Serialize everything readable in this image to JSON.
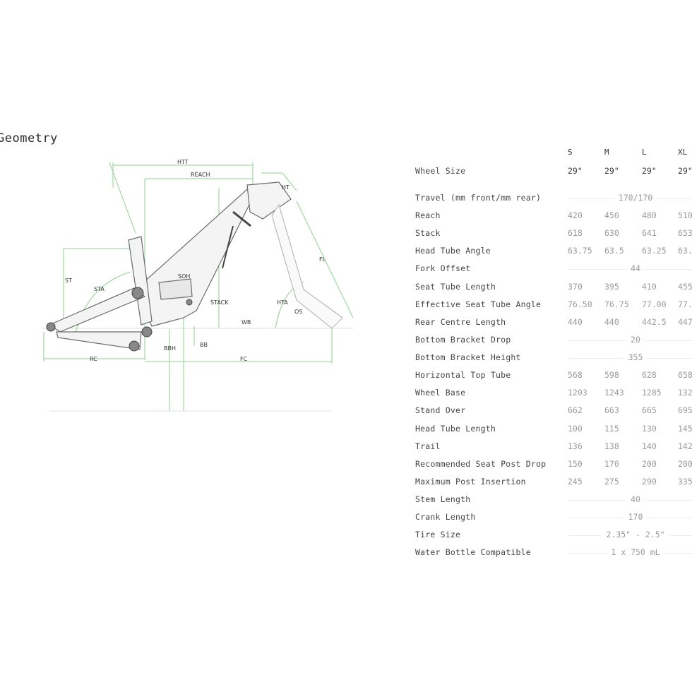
{
  "page": {
    "title": "Geometry"
  },
  "diagram_labels": {
    "htt": "HTT",
    "reach": "REACH",
    "ht": "HT",
    "fl": "FL",
    "st": "ST",
    "sta": "STA",
    "soh": "SOH",
    "stack": "STACK",
    "hta": "HTA",
    "os": "OS",
    "wb": "WB",
    "bb": "BB",
    "bbh": "BBH",
    "rc": "RC",
    "fc": "FC"
  },
  "sizes": [
    "S",
    "M",
    "L",
    "XL"
  ],
  "rows": [
    {
      "label": "Wheel Size",
      "values": [
        "29\"",
        "29\"",
        "29\"",
        "29\""
      ]
    },
    {
      "label": "Travel (mm front/mm rear)",
      "span": "170/170"
    },
    {
      "label": "Reach",
      "values": [
        "420",
        "450",
        "480",
        "510"
      ]
    },
    {
      "label": "Stack",
      "values": [
        "618",
        "630",
        "641",
        "653"
      ]
    },
    {
      "label": "Head Tube Angle",
      "values": [
        "63.75",
        "63.5",
        "63.25",
        "63."
      ]
    },
    {
      "label": "Fork Offset",
      "span": "44"
    },
    {
      "label": "Seat Tube Length",
      "values": [
        "370",
        "395",
        "410",
        "455"
      ]
    },
    {
      "label": "Effective Seat Tube Angle",
      "values": [
        "76.50",
        "76.75",
        "77.00",
        "77."
      ]
    },
    {
      "label": "Rear Centre Length",
      "values": [
        "440",
        "440",
        "442.5",
        "447"
      ]
    },
    {
      "label": "Bottom Bracket Drop",
      "span": "20"
    },
    {
      "label": "Bottom Bracket Height",
      "span": "355"
    },
    {
      "label": "Horizontal Top Tube",
      "values": [
        "568",
        "598",
        "628",
        "658"
      ]
    },
    {
      "label": "Wheel Base",
      "values": [
        "1203",
        "1243",
        "1285",
        "132"
      ]
    },
    {
      "label": "Stand Over",
      "values": [
        "662",
        "663",
        "665",
        "695"
      ]
    },
    {
      "label": "Head Tube Length",
      "values": [
        "100",
        "115",
        "130",
        "145"
      ]
    },
    {
      "label": "Trail",
      "values": [
        "136",
        "138",
        "140",
        "142"
      ]
    },
    {
      "label": "Recommended Seat Post Drop",
      "values": [
        "150",
        "170",
        "200",
        "200"
      ]
    },
    {
      "label": "Maximum Post Insertion",
      "values": [
        "245",
        "275",
        "290",
        "335"
      ]
    },
    {
      "label": "Stem Length",
      "span": "40"
    },
    {
      "label": "Crank Length",
      "span": "170"
    },
    {
      "label": "Tire Size",
      "span": "2.35\" - 2.5\""
    },
    {
      "label": "Water Bottle Compatible",
      "span": "1 x 750 mL"
    }
  ]
}
